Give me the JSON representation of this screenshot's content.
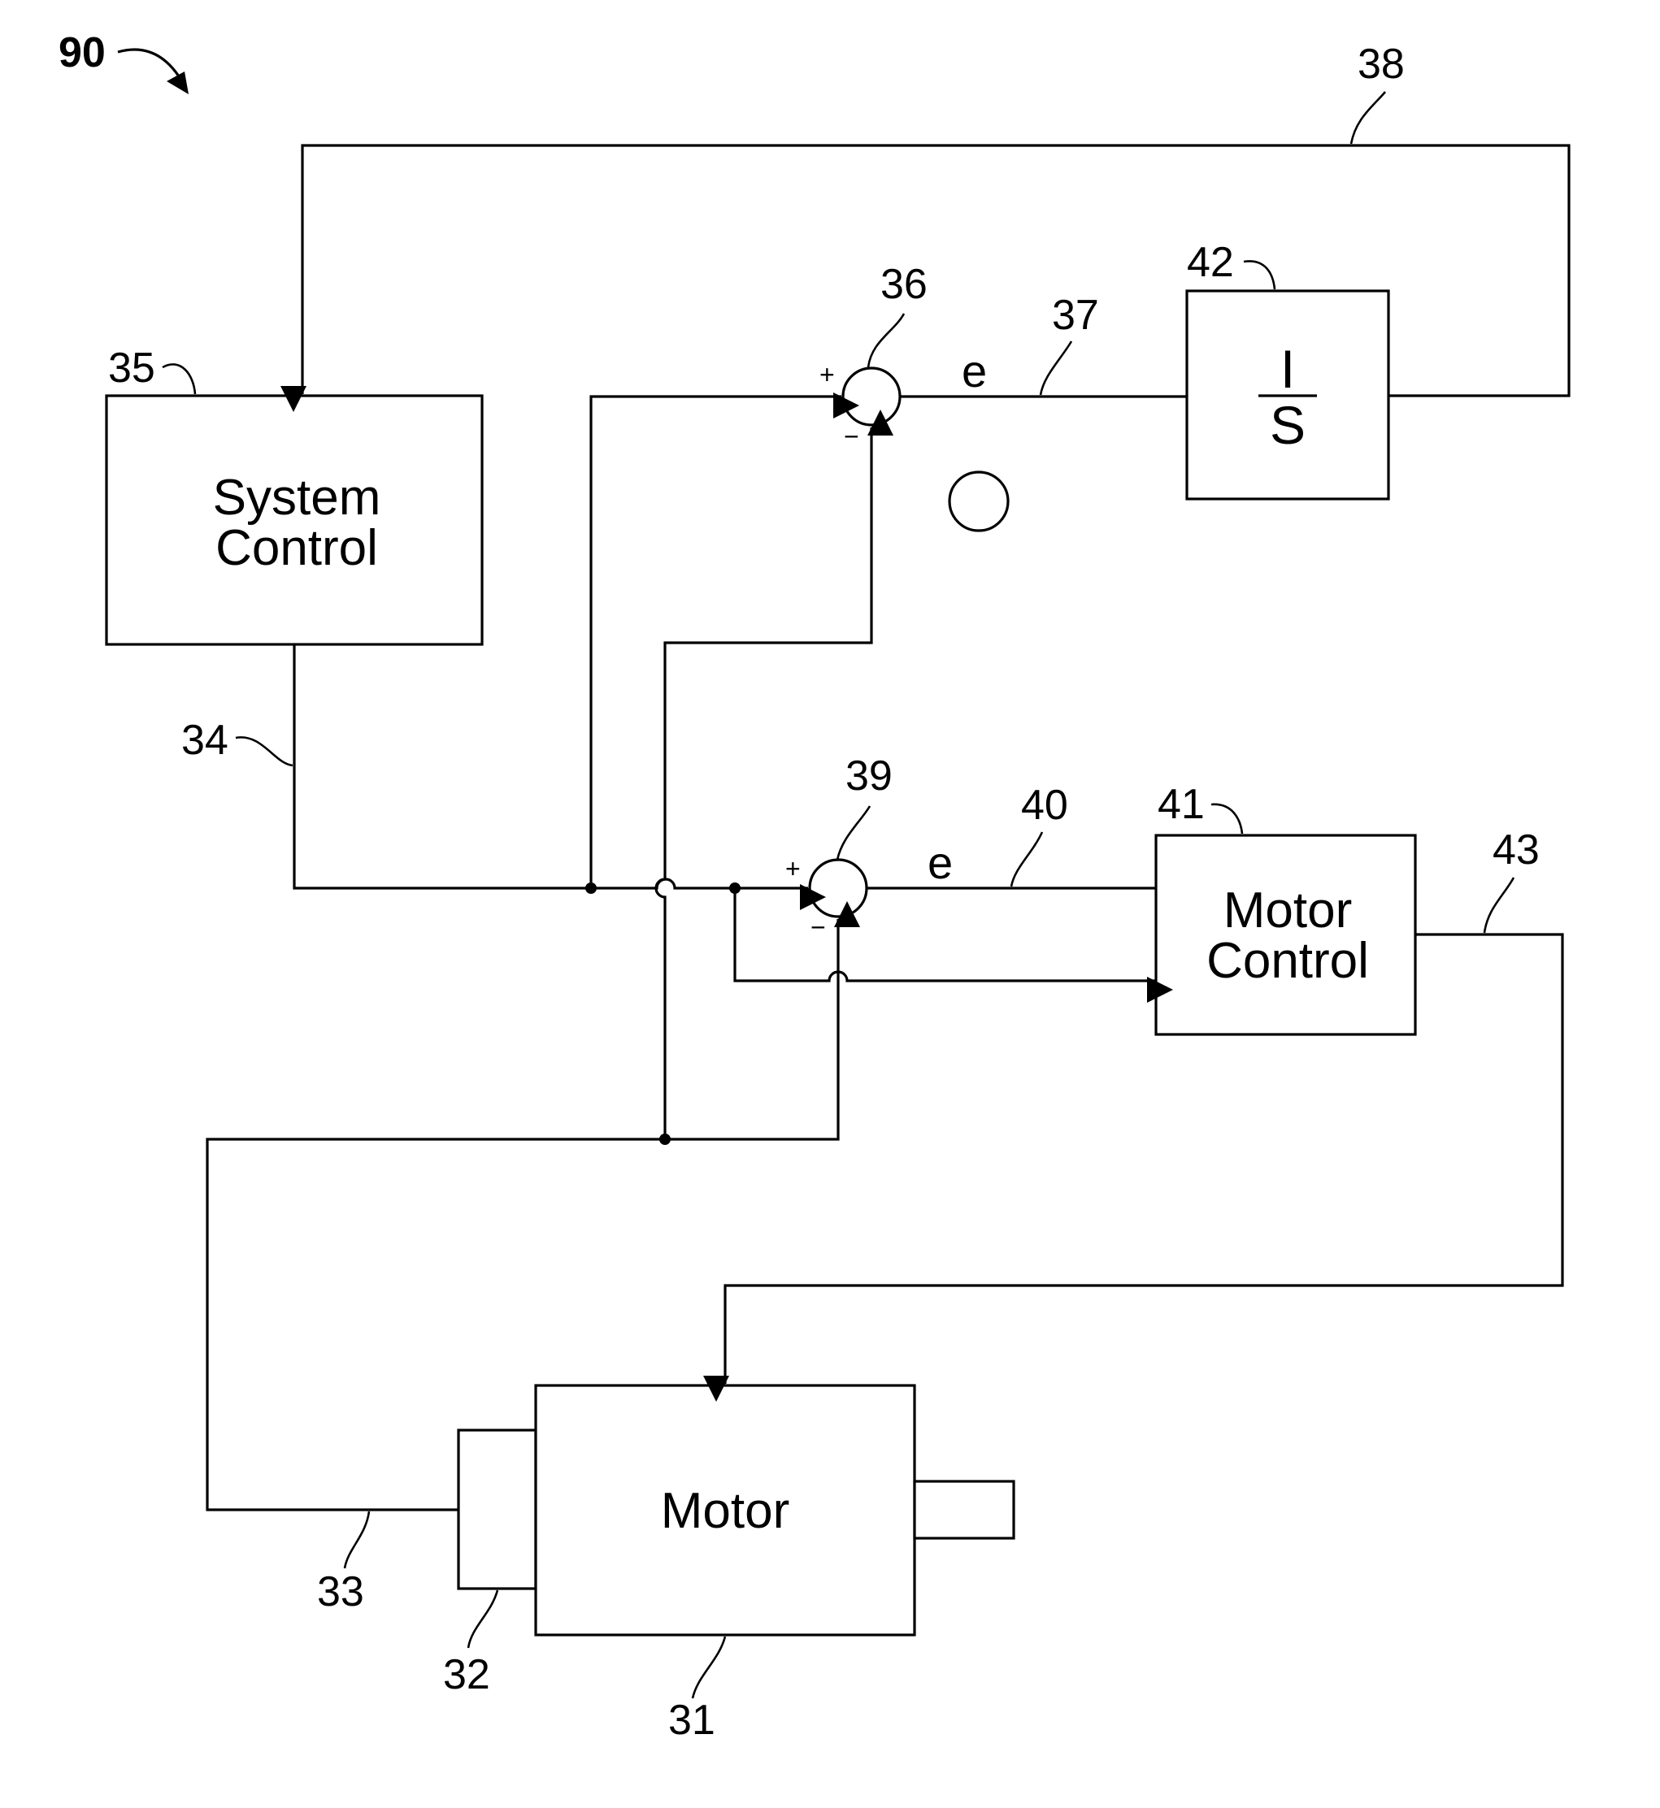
{
  "figure": {
    "ref": "90"
  },
  "blocks": {
    "system_control": {
      "line1": "System",
      "line2": "Control",
      "ref": "35"
    },
    "motor_control": {
      "line1": "Motor",
      "line2": "Control",
      "ref": "41"
    },
    "integrator": {
      "numerator": "I",
      "denominator": "S",
      "ref": "42"
    },
    "motor": {
      "label": "Motor",
      "ref": "31"
    },
    "encoder": {
      "ref": "32"
    }
  },
  "junctions": {
    "upper": {
      "ref": "36",
      "plus": "+",
      "minus": "−"
    },
    "lower": {
      "ref": "39",
      "plus": "+",
      "minus": "−"
    }
  },
  "signals": {
    "upper_error": {
      "label": "e",
      "ref": "37"
    },
    "lower_error": {
      "label": "e",
      "ref": "40"
    },
    "feedback_to_system": {
      "ref": "38"
    },
    "system_output": {
      "ref": "34"
    },
    "motor_drive": {
      "ref": "43"
    },
    "encoder_output": {
      "ref": "33"
    }
  }
}
